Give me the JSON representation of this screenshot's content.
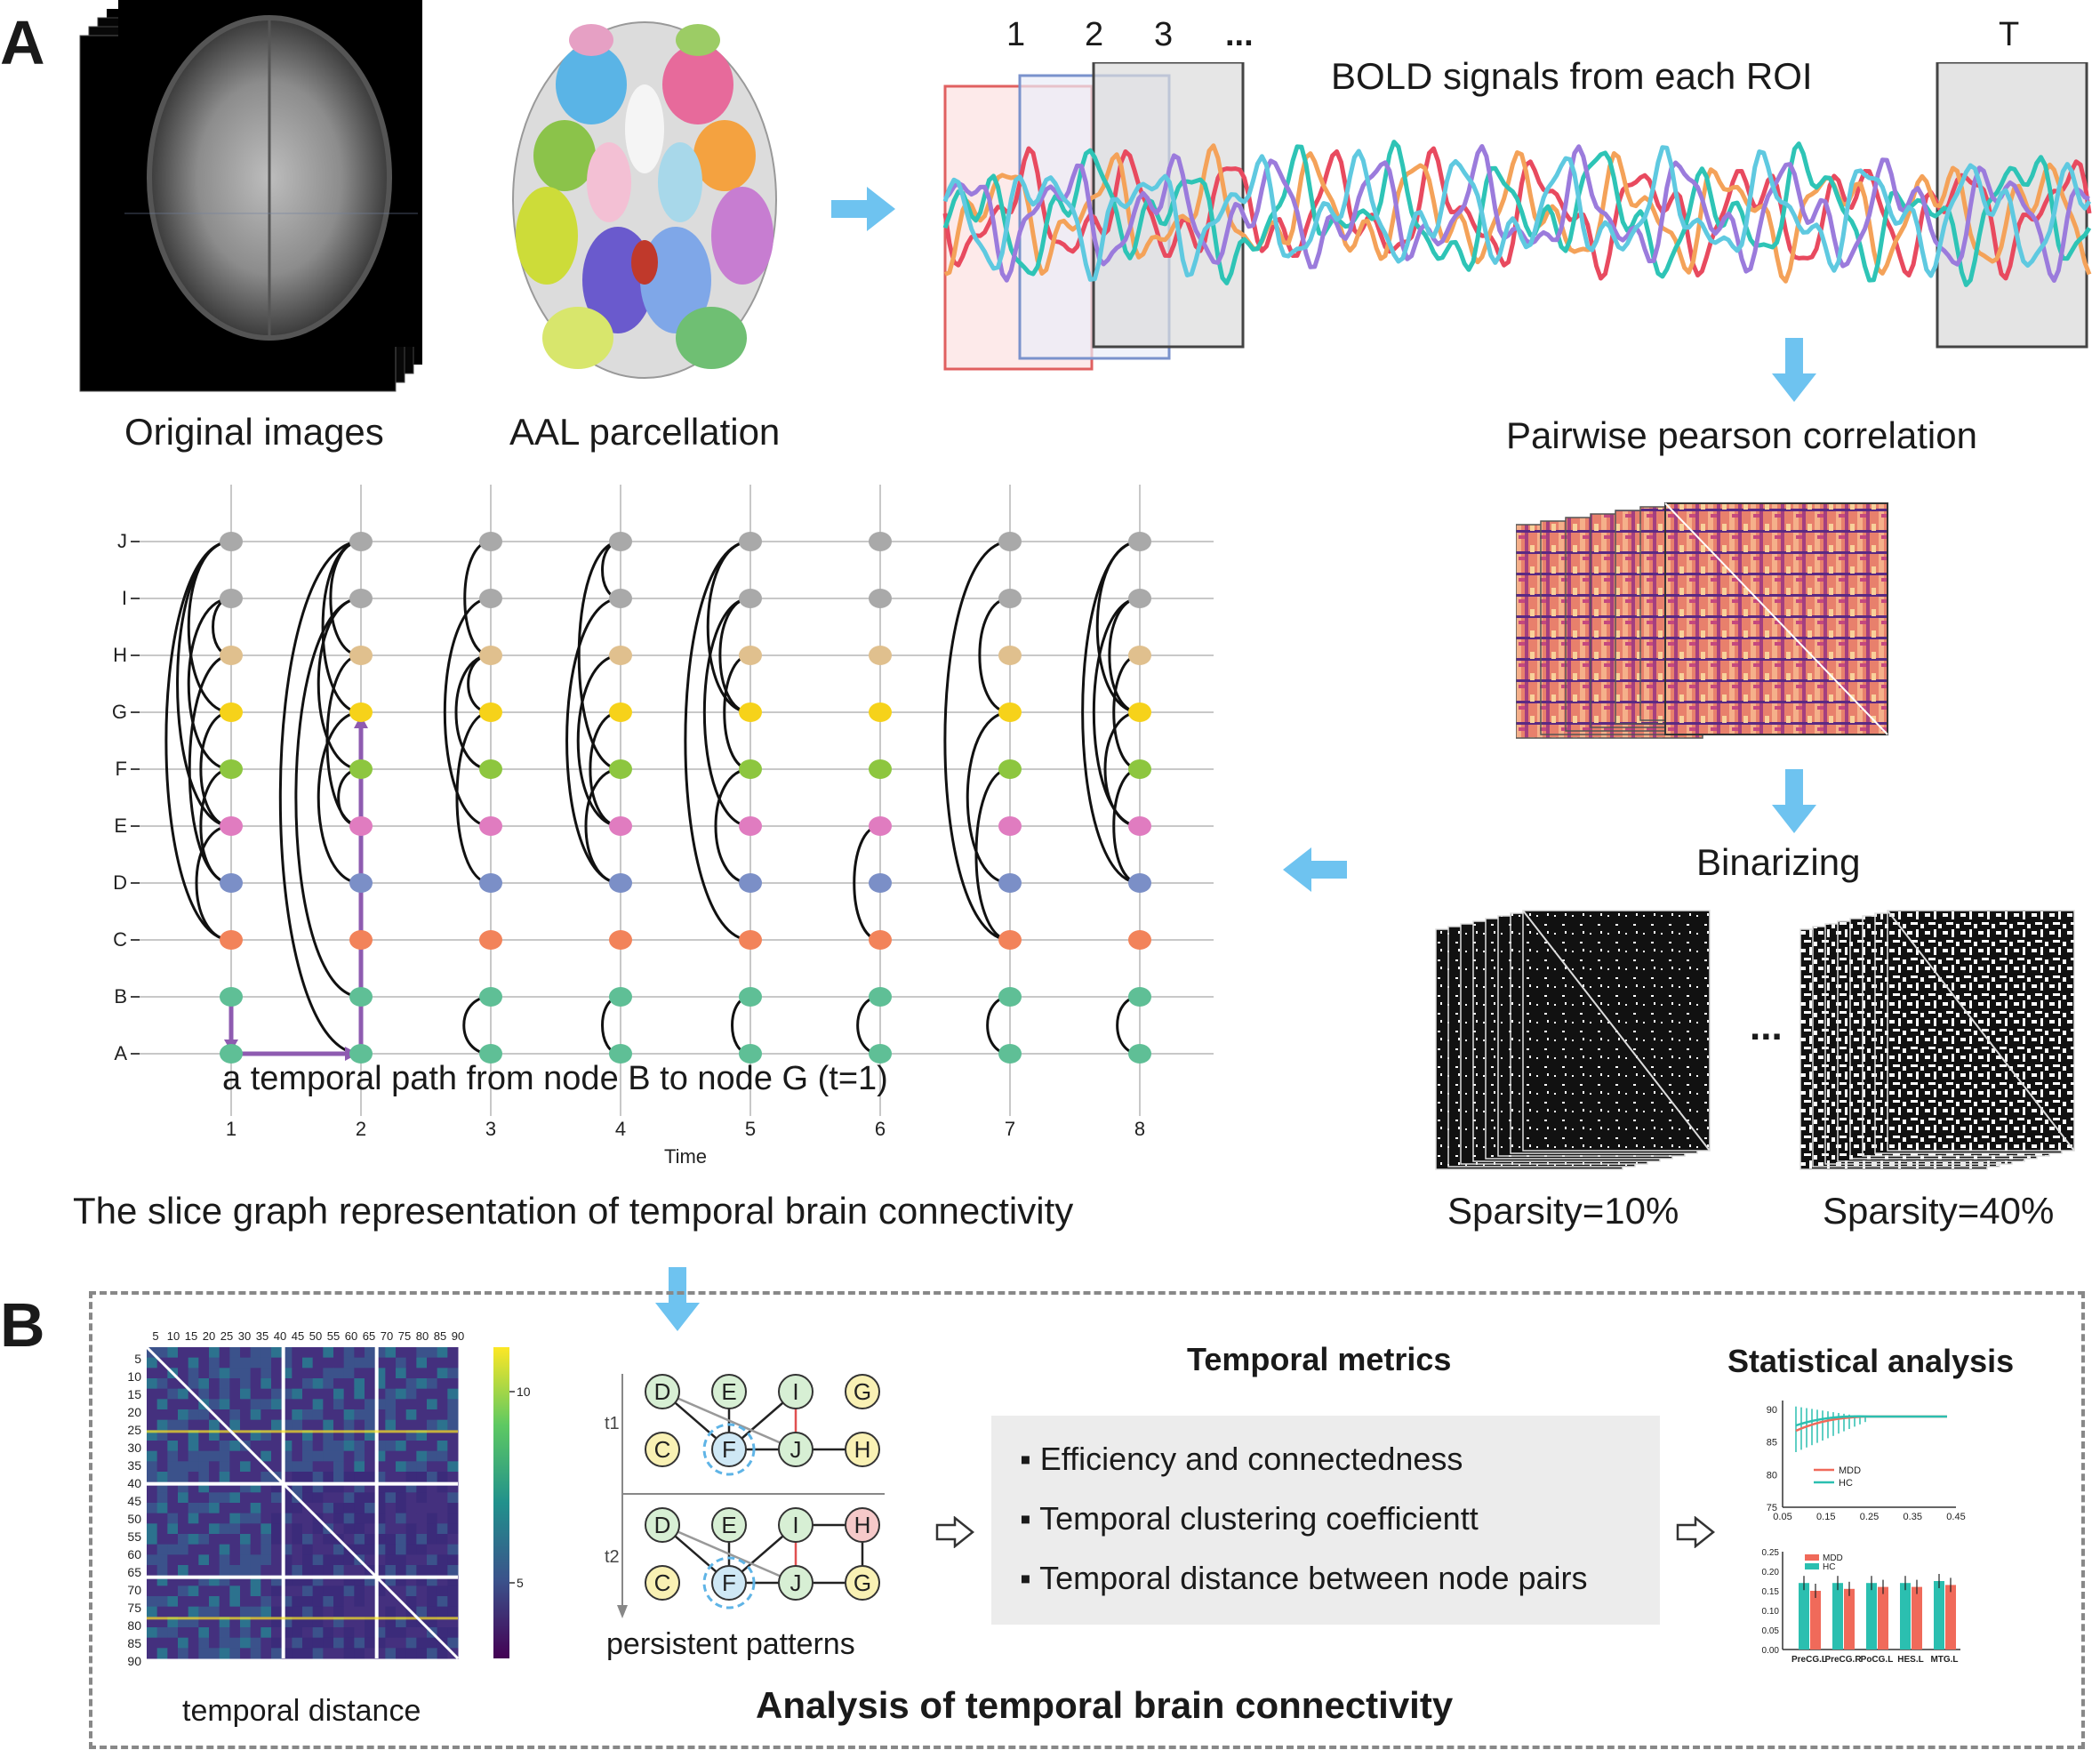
{
  "panel_a": {
    "letter": "A",
    "original_images_label": "Original images",
    "aal_label": "AAL parcellation",
    "bold_title": "BOLD signals from each ROI",
    "window_labels": [
      "1",
      "2",
      "3",
      "...",
      "T"
    ],
    "pearson_label": "Pairwise pearson correlation",
    "binarizing_label": "Binarizing",
    "sparsity_10": "Sparsity=10%",
    "sparsity_40": "Sparsity=40%",
    "ellipsis": "...",
    "slice_graph_caption": "The slice graph representation of temporal brain connectivity",
    "slice_graph": {
      "node_labels": [
        "A",
        "B",
        "C",
        "D",
        "E",
        "F",
        "G",
        "H",
        "I",
        "J"
      ],
      "time_labels": [
        "1",
        "2",
        "3",
        "4",
        "5",
        "6",
        "7",
        "8"
      ],
      "x_axis_label": "Time",
      "path_caption": "a temporal path from node B to node G (t=1)"
    }
  },
  "panel_b": {
    "letter": "B",
    "heatmap": {
      "x_ticks": [
        "5",
        "10",
        "15",
        "20",
        "25",
        "30",
        "35",
        "40",
        "45",
        "50",
        "55",
        "60",
        "65",
        "70",
        "75",
        "80",
        "85",
        "90"
      ],
      "y_ticks": [
        "5",
        "10",
        "15",
        "20",
        "25",
        "30",
        "35",
        "40",
        "45",
        "50",
        "55",
        "60",
        "65",
        "70",
        "75",
        "80",
        "85",
        "90"
      ],
      "colorbar_ticks": [
        "10",
        "5"
      ],
      "caption": "temporal distance"
    },
    "patterns": {
      "t1_label": "t1",
      "t2_label": "t2",
      "nodes_t1": [
        "D",
        "E",
        "I",
        "G",
        "C",
        "F",
        "J",
        "H"
      ],
      "nodes_t2": [
        "D",
        "E",
        "I",
        "H",
        "C",
        "F",
        "J",
        "G"
      ],
      "caption": "persistent patterns"
    },
    "metrics": {
      "title": "Temporal metrics",
      "items": [
        "Efficiency and connectedness",
        "Temporal clustering coefficientt",
        "Temporal distance between node pairs"
      ],
      "bullet": "▪"
    },
    "stats": {
      "title": "Statistical analysis",
      "line_chart": {
        "y_ticks": [
          "90",
          "85",
          "80",
          "75"
        ],
        "x_ticks": [
          "0.05",
          "0.15",
          "0.25",
          "0.35",
          "0.45"
        ],
        "legend": [
          "MDD",
          "HC"
        ]
      },
      "bar_chart": {
        "y_ticks": [
          "0.25",
          "0.20",
          "0.15",
          "0.10",
          "0.05",
          "0.00"
        ],
        "categories": [
          "PreCG.L",
          "PreCG.R",
          "PoCG.L",
          "HES.L",
          "MTG.L"
        ],
        "legend": [
          "MDD",
          "HC"
        ]
      }
    },
    "footer": "Analysis of temporal brain connectivity"
  },
  "colors": {
    "arrow": "#6ec3f0",
    "mdd": "#f06a5a",
    "hc": "#2bbfb0",
    "path": "#8e5bb0"
  }
}
